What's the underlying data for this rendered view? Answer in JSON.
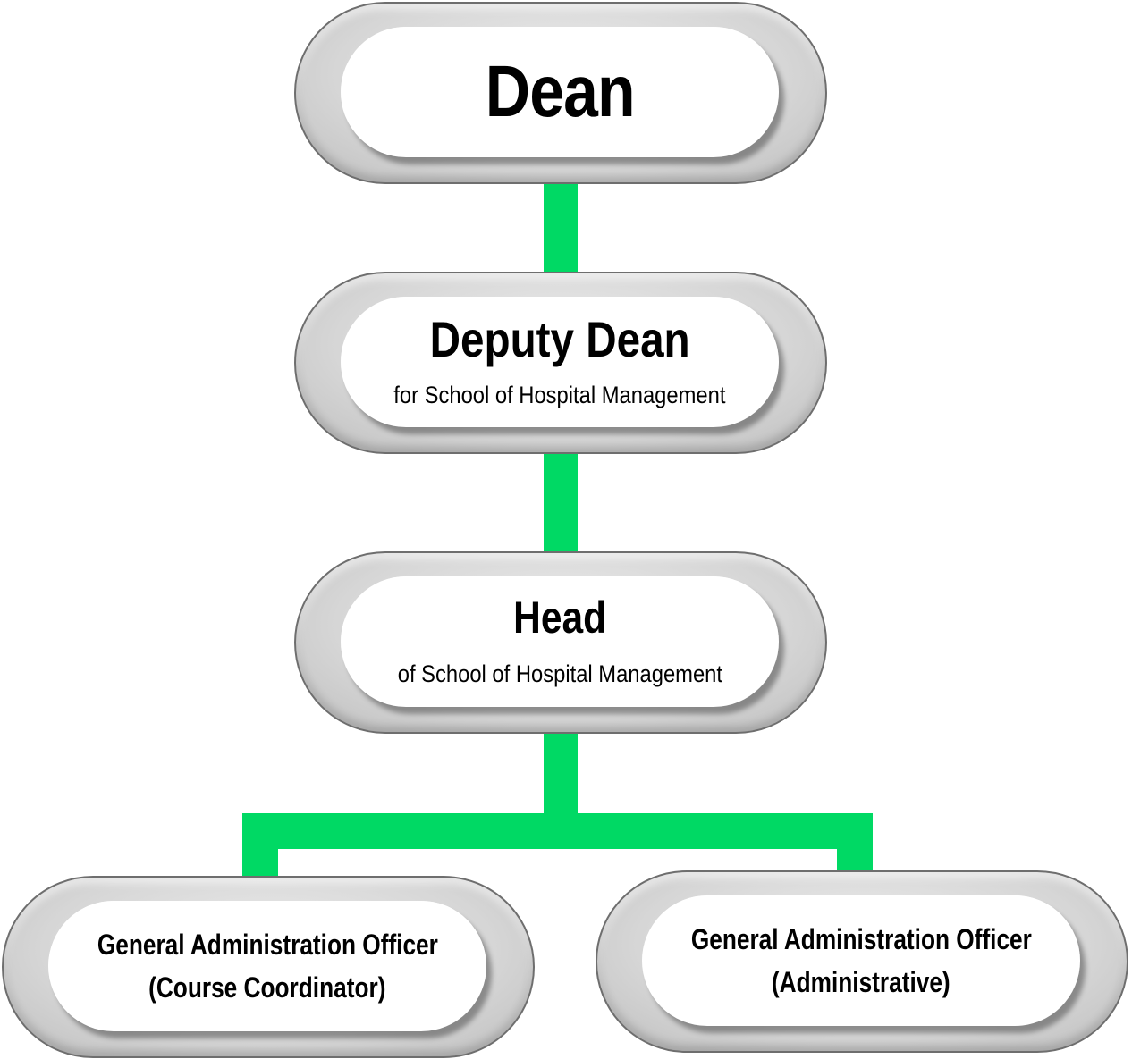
{
  "connector_color": "#00d964",
  "nodes": {
    "dean": {
      "title": "Dean"
    },
    "deputy_dean": {
      "title": "Deputy Dean",
      "subtitle": "for School of Hospital Management"
    },
    "head": {
      "title": "Head",
      "subtitle": "of School of Hospital Management"
    },
    "officer_course": {
      "line1": "General Administration Officer",
      "line2": "(Course Coordinator)"
    },
    "officer_admin": {
      "line1": "General Administration Officer",
      "line2": "(Administrative)"
    }
  }
}
